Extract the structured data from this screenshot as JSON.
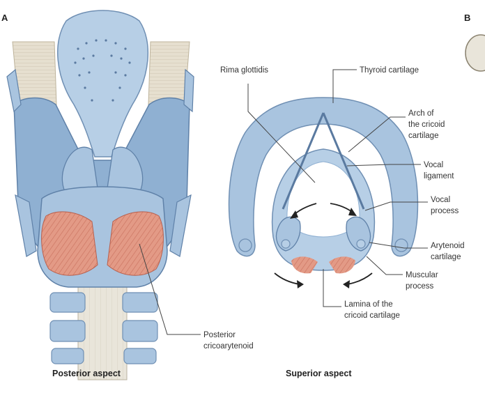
{
  "panels": {
    "left_letter": "A",
    "right_letter": "B"
  },
  "captions": {
    "left": "Posterior aspect",
    "right": "Superior aspect"
  },
  "labels": {
    "posterior_cricoarytenoid": [
      "Posterior",
      "cricoarytenoid"
    ],
    "rima_glottidis": "Rima glottidis",
    "thyroid_cartilage": "Thyroid cartilage",
    "arch_cricoid": [
      "Arch of",
      "the cricoid",
      "cartilage"
    ],
    "vocal_ligament": [
      "Vocal",
      "ligament"
    ],
    "vocal_process": [
      "Vocal",
      "process"
    ],
    "arytenoid_cartilage": [
      "Arytenoid",
      "cartilage"
    ],
    "muscular_process": [
      "Muscular",
      "process"
    ],
    "lamina_cricoid": [
      "Lamina of the",
      "cricoid cartilage"
    ]
  },
  "colors": {
    "cartilage": "#a9c4df",
    "cartilage_light": "#c6d8ea",
    "cartilage_dark": "#6f8fb3",
    "muscle": "#e39a86",
    "membrane": "#e6dfcf",
    "trachea": "#e9e5da"
  }
}
